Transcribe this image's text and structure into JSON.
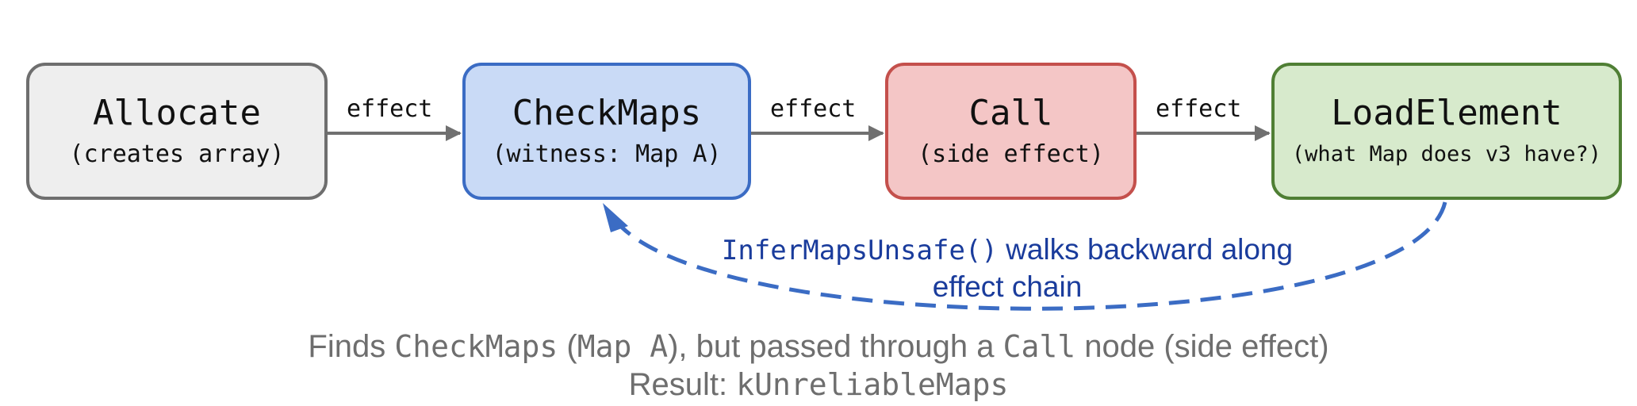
{
  "nodes": [
    {
      "title": "Allocate",
      "subtitle": "(creates array)"
    },
    {
      "title": "CheckMaps",
      "subtitle": "(witness: Map A)"
    },
    {
      "title": "Call",
      "subtitle": "(side effect)"
    },
    {
      "title": "LoadElement",
      "subtitle": "(what Map does v3 have?)"
    }
  ],
  "edges": [
    {
      "label": "effect"
    },
    {
      "label": "effect"
    },
    {
      "label": "effect"
    }
  ],
  "back_edge": {
    "code": "InferMapsUnsafe()",
    "text1": " walks backward along",
    "text2": "effect chain"
  },
  "footer": {
    "l1_a": "Finds ",
    "l1_code1": "CheckMaps",
    "l1_b": " (",
    "l1_code2": "Map A",
    "l1_c": "), but passed through a ",
    "l1_code3": "Call",
    "l1_d": " node (side effect)",
    "l2_a": "Result: ",
    "l2_code": "kUnreliableMaps"
  },
  "colors": {
    "arrow": "#707070",
    "back_edge": "#3b6cc4",
    "note_text": "#1a3c9c",
    "footer_text": "#6e6e6e"
  }
}
